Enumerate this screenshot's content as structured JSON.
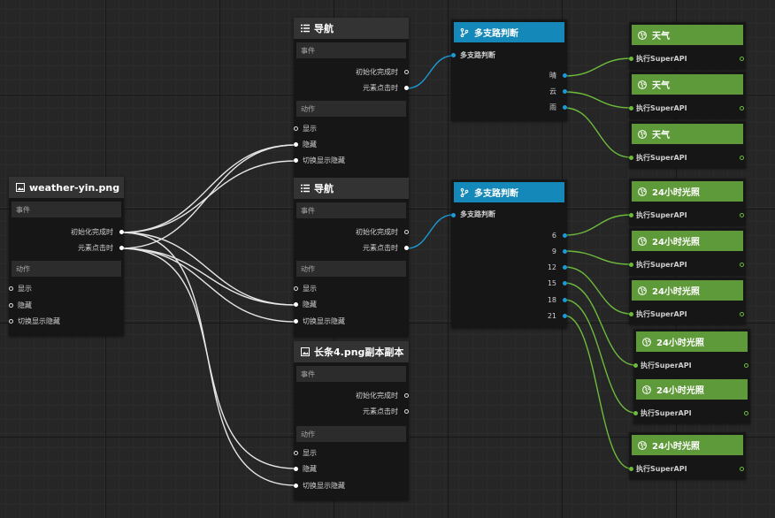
{
  "labels": {
    "event": "事件",
    "action": "动作",
    "on_init": "初始化完成时",
    "on_click": "元素点击时",
    "show": "显示",
    "hide": "隐藏",
    "toggle": "切换显示隐藏",
    "exec": "执行SuperAPI"
  },
  "nodes": {
    "weather": {
      "title": "weather-yin.png",
      "icon": "image-icon"
    },
    "nav1": {
      "title": "导航",
      "icon": "list-icon"
    },
    "nav2": {
      "title": "导航",
      "icon": "list-icon"
    },
    "long": {
      "title": "长条4.png副本副本",
      "icon": "image-icon"
    }
  },
  "branch1": {
    "title": "多支路判断",
    "input": "多支路判断",
    "outputs": [
      "晴",
      "云",
      "雨"
    ],
    "icon": "branch-icon"
  },
  "branch2": {
    "title": "多支路判断",
    "input": "多支路判断",
    "outputs": [
      "6",
      "9",
      "12",
      "15",
      "18",
      "21"
    ],
    "icon": "branch-icon"
  },
  "api_nodes": [
    {
      "title": "天气"
    },
    {
      "title": "天气"
    },
    {
      "title": "天气"
    },
    {
      "title": "24小时光照"
    },
    {
      "title": "24小时光照"
    },
    {
      "title": "24小时光照"
    },
    {
      "title": "24小时光照"
    },
    {
      "title": "24小时光照"
    },
    {
      "title": "24小时光照"
    }
  ],
  "colors": {
    "canvas": "#262626",
    "node": "#161616",
    "node_header": "#333333",
    "branch_header": "#1488b8",
    "api_header": "#5f9a3a",
    "wire_white": "#e6e6e6",
    "wire_blue": "#1b9ad6",
    "wire_green": "#6dbb3c"
  }
}
